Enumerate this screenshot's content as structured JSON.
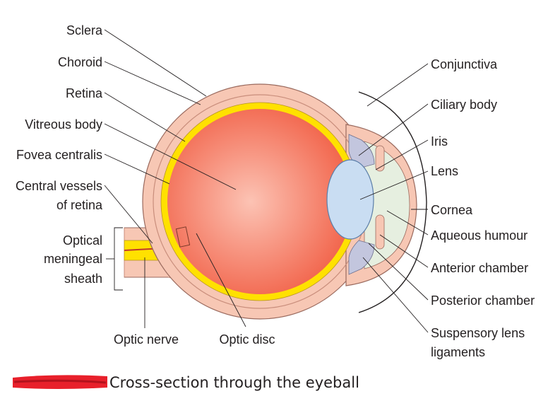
{
  "labels": {
    "sclera": "Sclera",
    "choroid": "Choroid",
    "retina": "Retina",
    "vitreous_body": "Vitreous body",
    "fovea_centralis": "Fovea centralis",
    "central_vessels_1": "Central vessels",
    "central_vessels_2": "of retina",
    "optical_1": "Optical",
    "optical_2": "meningeal",
    "optical_3": "sheath",
    "optic_nerve": "Optic nerve",
    "optic_disc": "Optic disc",
    "conjunctiva": "Conjunctiva",
    "ciliary_body": "Ciliary body",
    "iris": "Iris",
    "lens": "Lens",
    "cornea": "Cornea",
    "aqueous_humour": "Aqueous humour",
    "anterior_chamber": "Anterior chamber",
    "posterior_chamber": "Posterior chamber",
    "suspensory_1": "Suspensory lens",
    "suspensory_2": "ligaments"
  },
  "caption": {
    "text": "Cross-section through the eyeball"
  },
  "colors": {
    "sclera": "#f7c7b4",
    "choroid_line": "#c98e7c",
    "retina": "#ffe100",
    "vitreous_center": "#fcc3b4",
    "vitreous_edge": "#f2664d",
    "lens": "#c9ddf2",
    "lens_stroke": "#5b7ea8",
    "aqueous": "#e6efe0",
    "iris": "#c3c6de",
    "redaction": "#e8202b"
  }
}
